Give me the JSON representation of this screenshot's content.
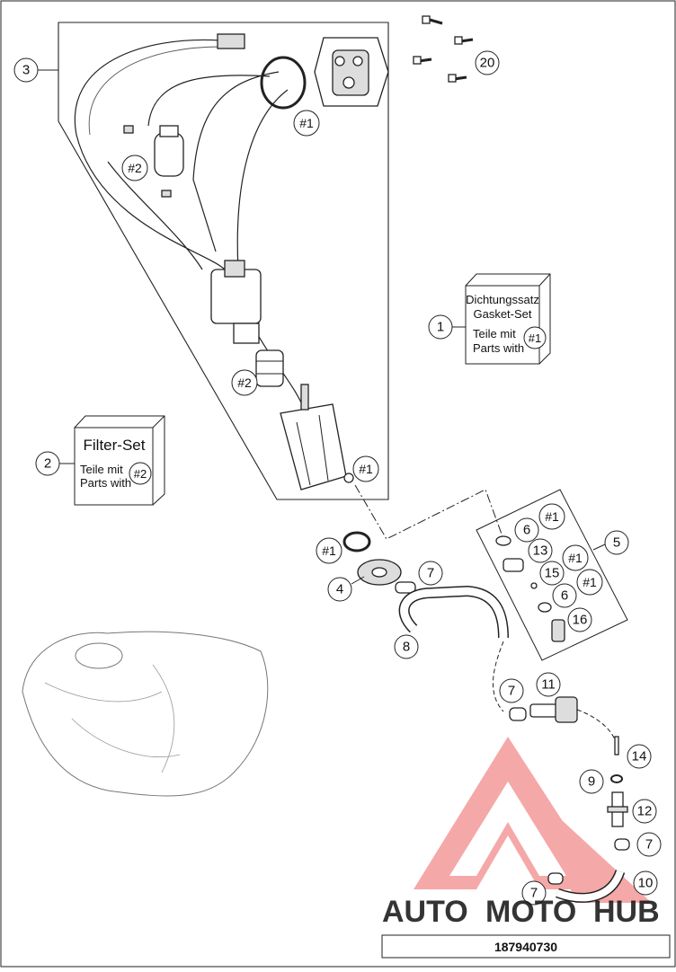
{
  "callouts": {
    "c1": "1",
    "c2": "2",
    "c3": "3",
    "c4": "4",
    "c5": "5",
    "c6a": "6",
    "c6b": "6",
    "c7a": "7",
    "c7b": "7",
    "c7c": "7",
    "c7d": "7",
    "c8": "8",
    "c9": "9",
    "c10": "10",
    "c11": "11",
    "c12": "12",
    "c13": "13",
    "c14": "14",
    "c15": "15",
    "c16": "16",
    "c20": "20"
  },
  "refs": {
    "r1_top": "#1",
    "r2_pump": "#2",
    "r2_filter": "#2",
    "r1_pump": "#1",
    "r1_loose": "#1",
    "r1_set_a": "#1",
    "r1_set_b": "#1",
    "r1_set_c": "#1"
  },
  "gasket_box": {
    "title_de": "Dichtungssatz",
    "title_en": "Gasket-Set",
    "line_de": "Teile mit",
    "line_en": "Parts with",
    "ref": "#1"
  },
  "filter_box": {
    "title": "Filter-Set",
    "line_de": "Teile mit",
    "line_en": "Parts with",
    "ref": "#2"
  },
  "diagram_number": "187940730",
  "watermark": {
    "auto": "AUTO",
    "moto": "MOTO",
    "hub": "HUB"
  },
  "colors": {
    "watermark_orange": "#f5a94a",
    "watermark_red": "#f07070"
  }
}
